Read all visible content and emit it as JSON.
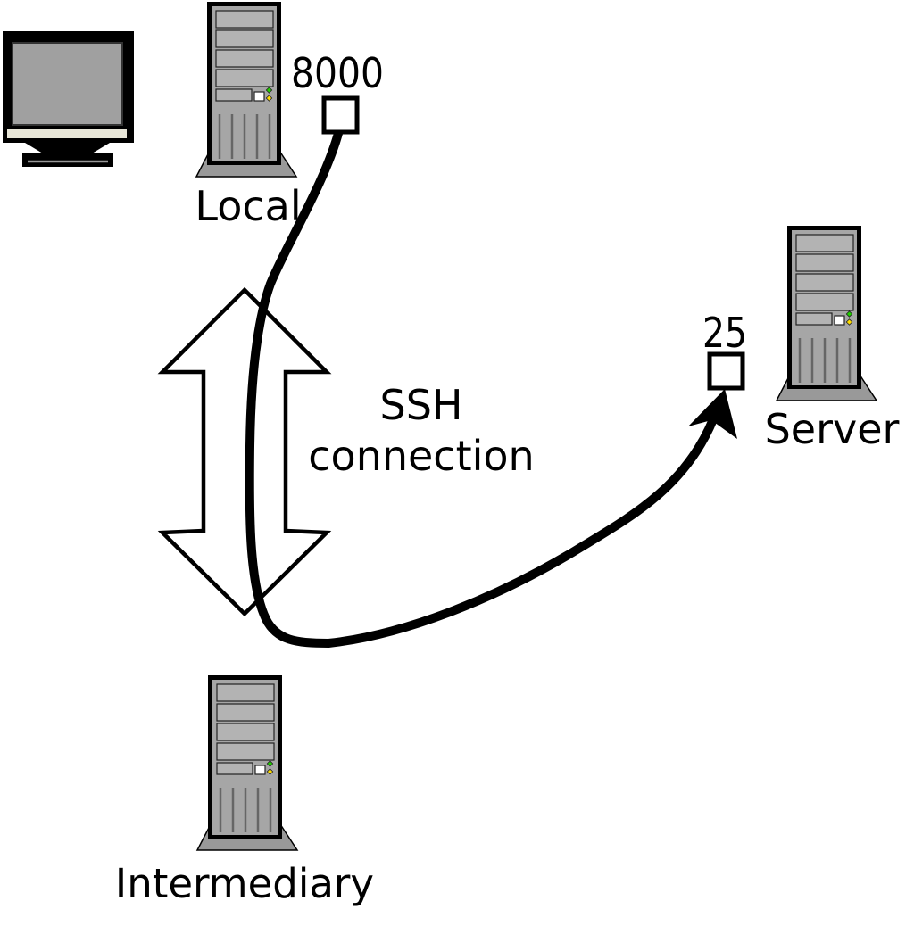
{
  "diagram": {
    "nodes": {
      "local": {
        "label": "Local",
        "port": "8000"
      },
      "intermediary": {
        "label": "Intermediary"
      },
      "server": {
        "label": "Server",
        "port": "25"
      }
    },
    "connection": {
      "line1": "SSH",
      "line2": "connection"
    },
    "colors": {
      "tower_body": "#a6a6a6",
      "tower_bay": "#b3b3b3",
      "tower_base": "#999999",
      "led_green": "#22cc00",
      "led_yellow": "#ffdd00",
      "monitor_screen": "#a0a0a0",
      "monitor_strip": "#e8e6d8",
      "line": "#000000"
    }
  }
}
